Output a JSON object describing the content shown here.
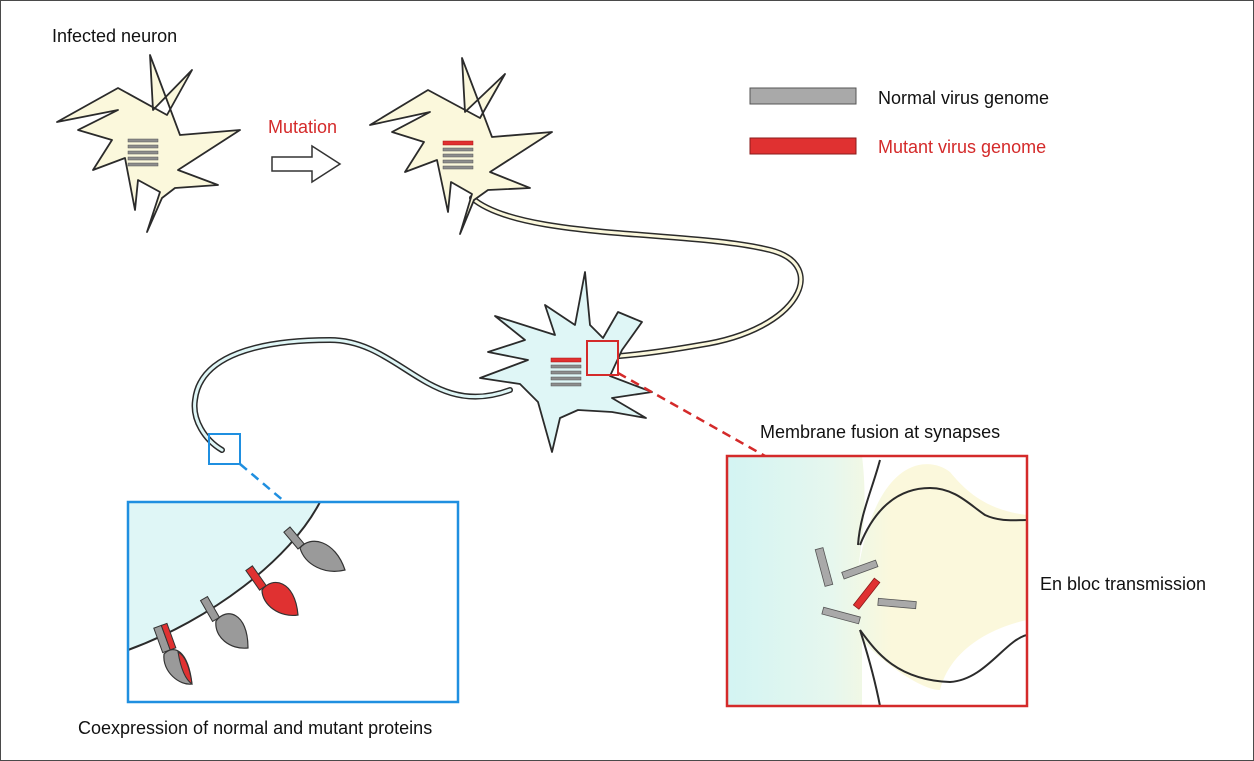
{
  "labels": {
    "infected_neuron": "Infected neuron",
    "mutation": "Mutation",
    "normal_genome": "Normal virus genome",
    "mutant_genome": "Mutant virus genome",
    "membrane_fusion": "Membrane fusion at synapses",
    "en_bloc": "En bloc transmission",
    "coexpression": "Coexpression of normal and mutant proteins"
  },
  "colors": {
    "normal_genome": "#a9a9a9",
    "mutant_genome": "#e03131",
    "neuron_yellow": "#fbf8dc",
    "neuron_cyan": "#dff6f6",
    "outline": "#2b2b2b",
    "blue_frame": "#1f8fe0",
    "red_frame": "#d42a2a"
  }
}
